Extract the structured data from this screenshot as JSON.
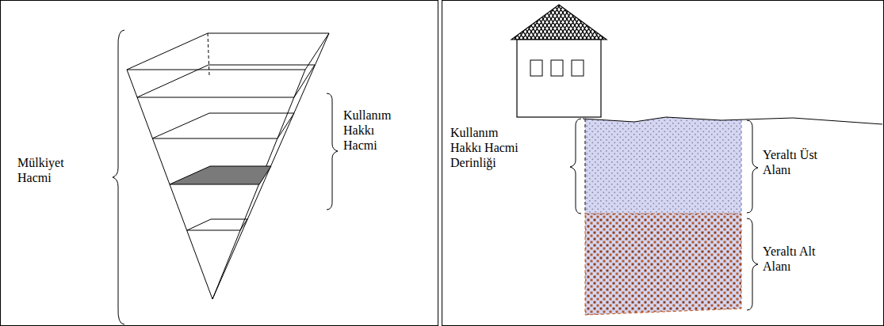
{
  "diagram": {
    "labels": [
      "Mülkiyet Hacmi",
      "Kullanım Hakkı Hacmi",
      "Kullanım Hakkı Hacmi Derinliği",
      "Yeraltı Üst Alanı",
      "Yeraltı Alt Alanı"
    ]
  }
}
